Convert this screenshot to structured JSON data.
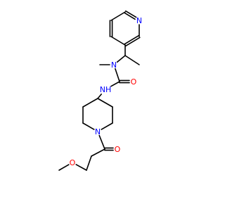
{
  "molecule": {
    "atoms": [
      {
        "id": "a1",
        "label": ""
      },
      {
        "id": "a2",
        "label": "O"
      },
      {
        "id": "a3",
        "label": ""
      },
      {
        "id": "a4",
        "label": ""
      },
      {
        "id": "a5",
        "label": ""
      },
      {
        "id": "a6",
        "label": "O"
      },
      {
        "id": "a7",
        "label": "N"
      },
      {
        "id": "a8",
        "label": ""
      },
      {
        "id": "a9",
        "label": ""
      },
      {
        "id": "a10",
        "label": ""
      },
      {
        "id": "a11",
        "label": ""
      },
      {
        "id": "a12",
        "label": ""
      },
      {
        "id": "a13",
        "label": "NH"
      },
      {
        "id": "a14",
        "label": ""
      },
      {
        "id": "a15",
        "label": "O"
      },
      {
        "id": "a16",
        "label": "N"
      },
      {
        "id": "a17",
        "label": ""
      },
      {
        "id": "a18",
        "label": ""
      },
      {
        "id": "a19",
        "label": ""
      },
      {
        "id": "a20",
        "label": ""
      },
      {
        "id": "a21",
        "label": ""
      },
      {
        "id": "a22",
        "label": ""
      },
      {
        "id": "a23",
        "label": "N"
      },
      {
        "id": "a24",
        "label": ""
      },
      {
        "id": "a25",
        "label": ""
      }
    ],
    "bonds": [
      [
        "a1",
        "a2",
        1
      ],
      [
        "a2",
        "a3",
        1
      ],
      [
        "a3",
        "a4",
        1
      ],
      [
        "a4",
        "a5",
        1
      ],
      [
        "a5",
        "a6",
        2
      ],
      [
        "a5",
        "a7",
        1
      ],
      [
        "a7",
        "a8",
        1
      ],
      [
        "a8",
        "a9",
        1
      ],
      [
        "a9",
        "a10",
        1
      ],
      [
        "a10",
        "a11",
        1
      ],
      [
        "a11",
        "a12",
        1
      ],
      [
        "a12",
        "a7",
        1
      ],
      [
        "a10",
        "a13",
        1
      ],
      [
        "a13",
        "a14",
        1
      ],
      [
        "a14",
        "a15",
        2
      ],
      [
        "a14",
        "a16",
        1
      ],
      [
        "a16",
        "a17",
        1
      ],
      [
        "a16",
        "a18",
        1
      ],
      [
        "a18",
        "a19",
        1
      ],
      [
        "a18",
        "a20",
        1
      ],
      [
        "a20",
        "a21",
        2
      ],
      [
        "a21",
        "a22",
        1
      ],
      [
        "a22",
        "a23",
        2
      ],
      [
        "a23",
        "a24",
        1
      ],
      [
        "a24",
        "a25",
        2
      ],
      [
        "a25",
        "a20",
        1
      ]
    ],
    "colors": {
      "carbon_bond": "#000000",
      "oxygen": "#ff0000",
      "nitrogen": "#0000ff",
      "background": "#ffffff"
    }
  }
}
